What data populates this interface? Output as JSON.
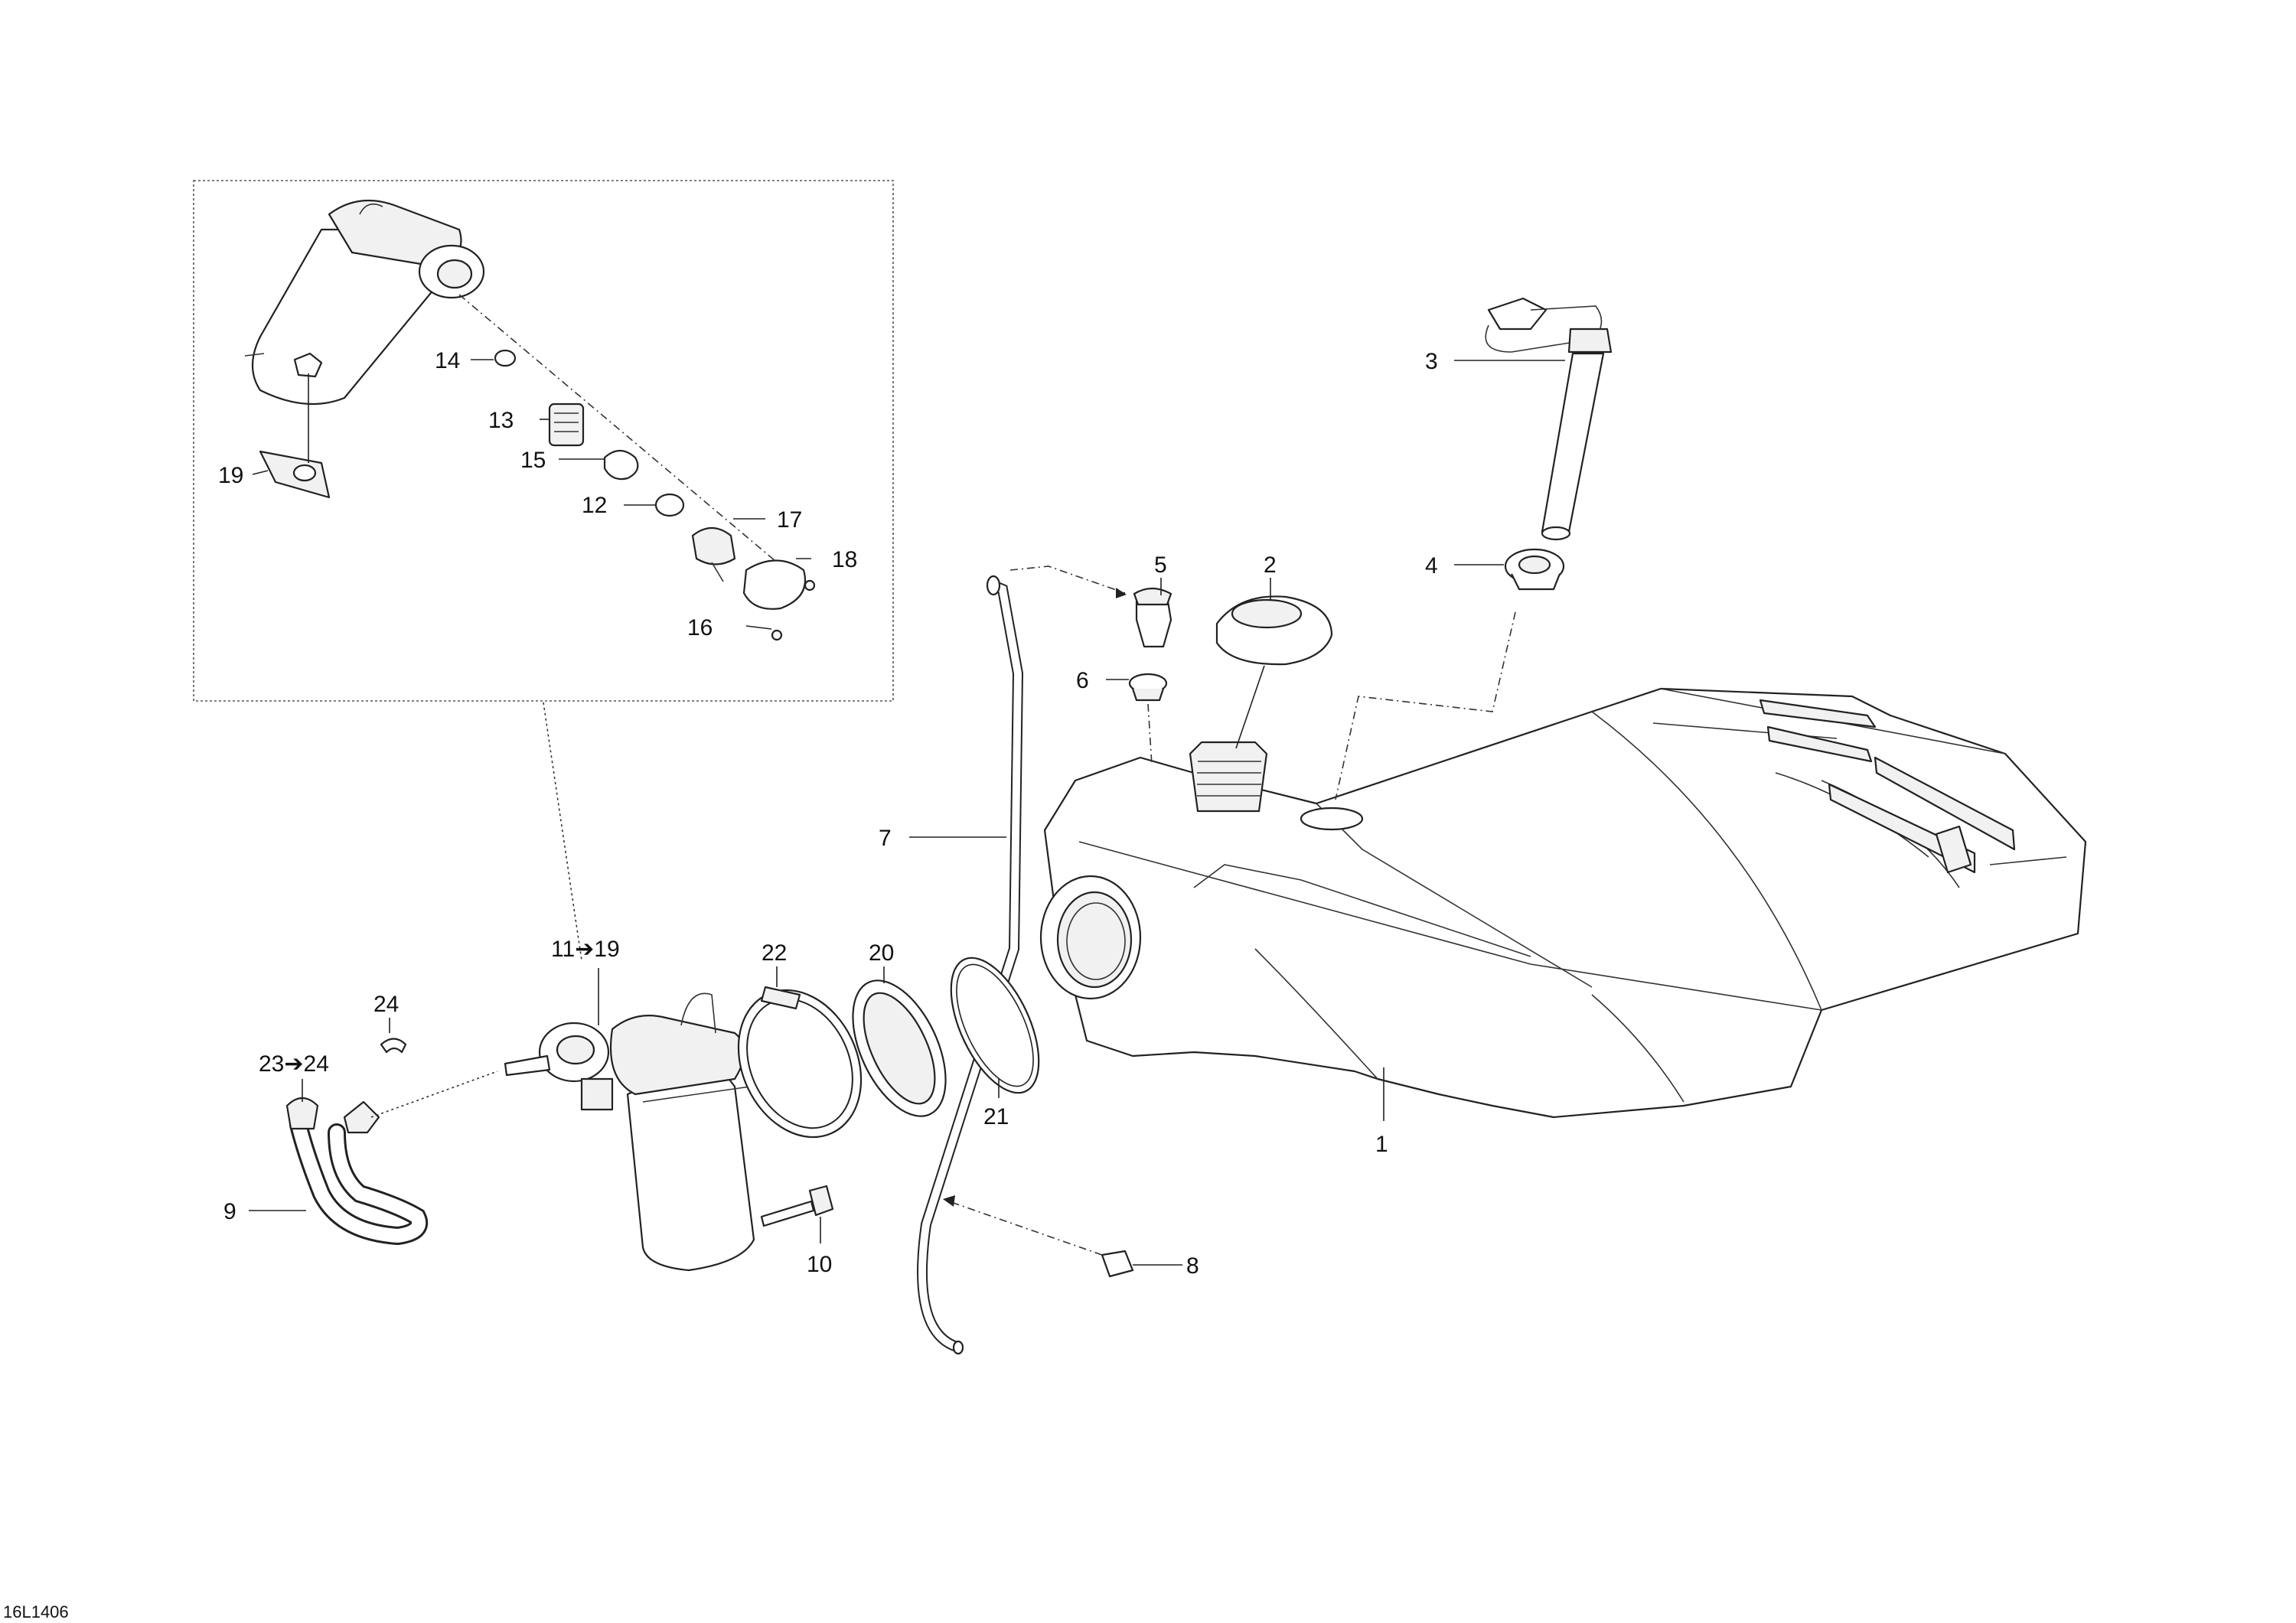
{
  "diagram": {
    "drawing_code": "16L1406",
    "callouts": {
      "c1": "1",
      "c2": "2",
      "c3": "3",
      "c4": "4",
      "c5": "5",
      "c6": "6",
      "c7": "7",
      "c8": "8",
      "c9": "9",
      "c10": "10",
      "c11": "11➔19",
      "c12": "12",
      "c13": "13",
      "c14": "14",
      "c15": "15",
      "c16": "16",
      "c17": "17",
      "c18": "18",
      "c19": "19",
      "c20": "20",
      "c21": "21",
      "c22": "22",
      "c23": "23➔24",
      "c24": "24"
    }
  }
}
